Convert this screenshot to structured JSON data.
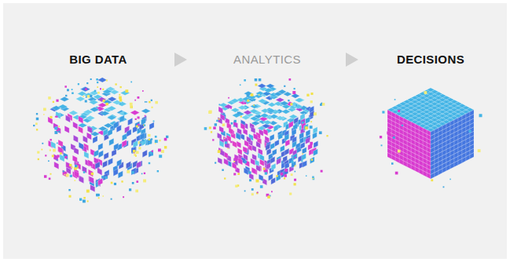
{
  "diagram": {
    "labels": [
      "BIG DATA",
      "ANALYTICS",
      "DECISIONS"
    ]
  }
}
